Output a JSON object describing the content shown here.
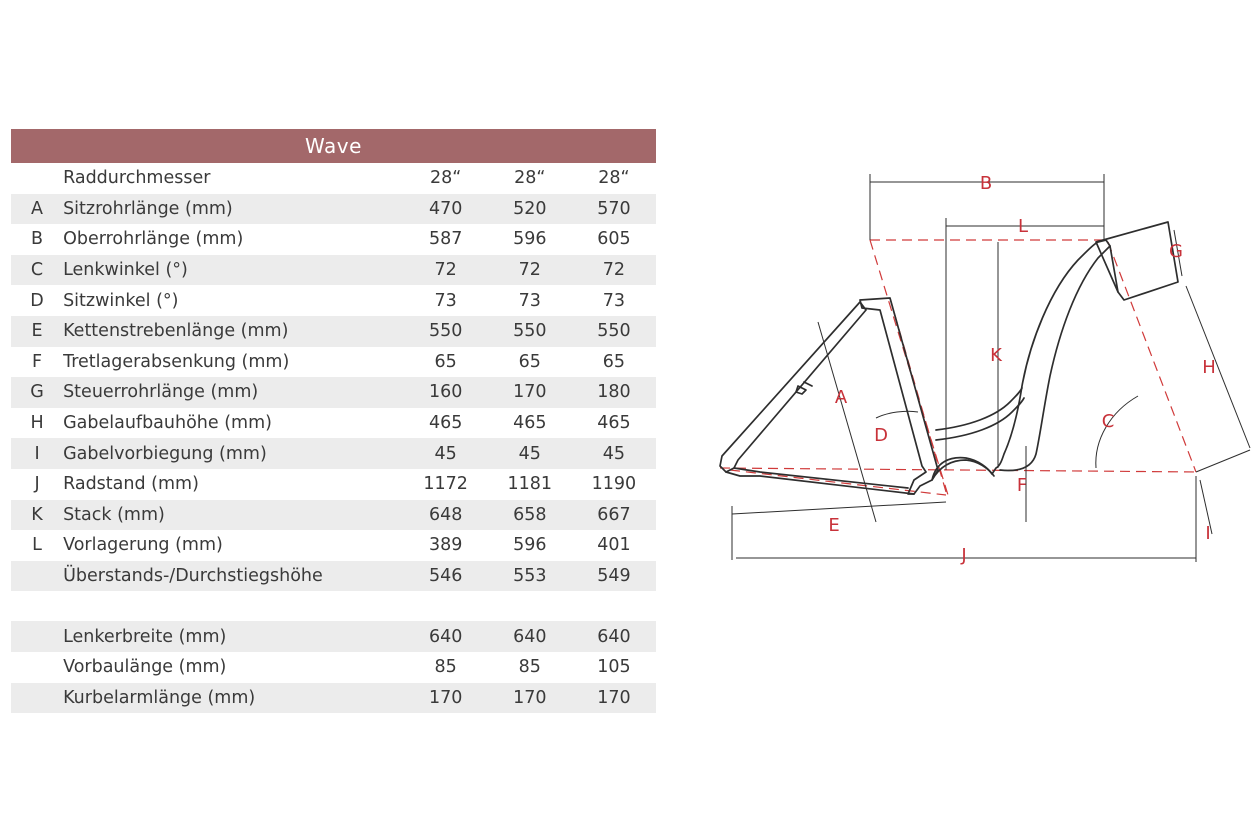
{
  "table": {
    "title": "Wave",
    "header": {
      "code": "",
      "label": "Raddurchmesser",
      "values": [
        "28“",
        "28“",
        "28“"
      ]
    },
    "rows": [
      {
        "code": "A",
        "label": "Sitzrohrlänge (mm)",
        "values": [
          "470",
          "520",
          "570"
        ]
      },
      {
        "code": "B",
        "label": "Oberrohrlänge (mm)",
        "values": [
          "587",
          "596",
          "605"
        ]
      },
      {
        "code": "C",
        "label": "Lenkwinkel (°)",
        "values": [
          "72",
          "72",
          "72"
        ]
      },
      {
        "code": "D",
        "label": "Sitzwinkel (°)",
        "values": [
          "73",
          "73",
          "73"
        ]
      },
      {
        "code": "E",
        "label": "Kettenstrebenlänge (mm)",
        "values": [
          "550",
          "550",
          "550"
        ]
      },
      {
        "code": "F",
        "label": "Tretlagerabsenkung (mm)",
        "values": [
          "65",
          "65",
          "65"
        ]
      },
      {
        "code": "G",
        "label": "Steuerrohrlänge (mm)",
        "values": [
          "160",
          "170",
          "180"
        ]
      },
      {
        "code": "H",
        "label": "Gabelaufbauhöhe (mm)",
        "values": [
          "465",
          "465",
          "465"
        ]
      },
      {
        "code": "I",
        "label": "Gabelvorbiegung (mm)",
        "values": [
          "45",
          "45",
          "45"
        ]
      },
      {
        "code": "J",
        "label": "Radstand (mm)",
        "values": [
          "1172",
          "1181",
          "1190"
        ]
      },
      {
        "code": "K",
        "label": "Stack (mm)",
        "values": [
          "648",
          "658",
          "667"
        ]
      },
      {
        "code": "L",
        "label": "Vorlagerung (mm)",
        "values": [
          "389",
          "596",
          "401"
        ]
      },
      {
        "code": "",
        "label": "Überstands-/Durchstiegshöhe",
        "values": [
          "546",
          "553",
          "549"
        ]
      }
    ],
    "extra_rows": [
      {
        "code": "",
        "label": "Lenkerbreite (mm)",
        "values": [
          "640",
          "640",
          "640"
        ]
      },
      {
        "code": "",
        "label": "Vorbaulänge (mm)",
        "values": [
          "85",
          "85",
          "105"
        ]
      },
      {
        "code": "",
        "label": "Kurbelarmlänge (mm)",
        "values": [
          "170",
          "170",
          "170"
        ]
      }
    ]
  },
  "diagram": {
    "labels": {
      "A": "A",
      "B": "B",
      "C": "C",
      "D": "D",
      "E": "E",
      "F": "F",
      "G": "G",
      "H": "H",
      "I": "I",
      "J": "J",
      "K": "K",
      "L": "L"
    },
    "colors": {
      "frame": "#2e2e2e",
      "dimension_letters": "#c8323a",
      "reference_lines": "#d03a3a",
      "title_bar": "#a3686a",
      "row_shade": "#ececec"
    }
  }
}
